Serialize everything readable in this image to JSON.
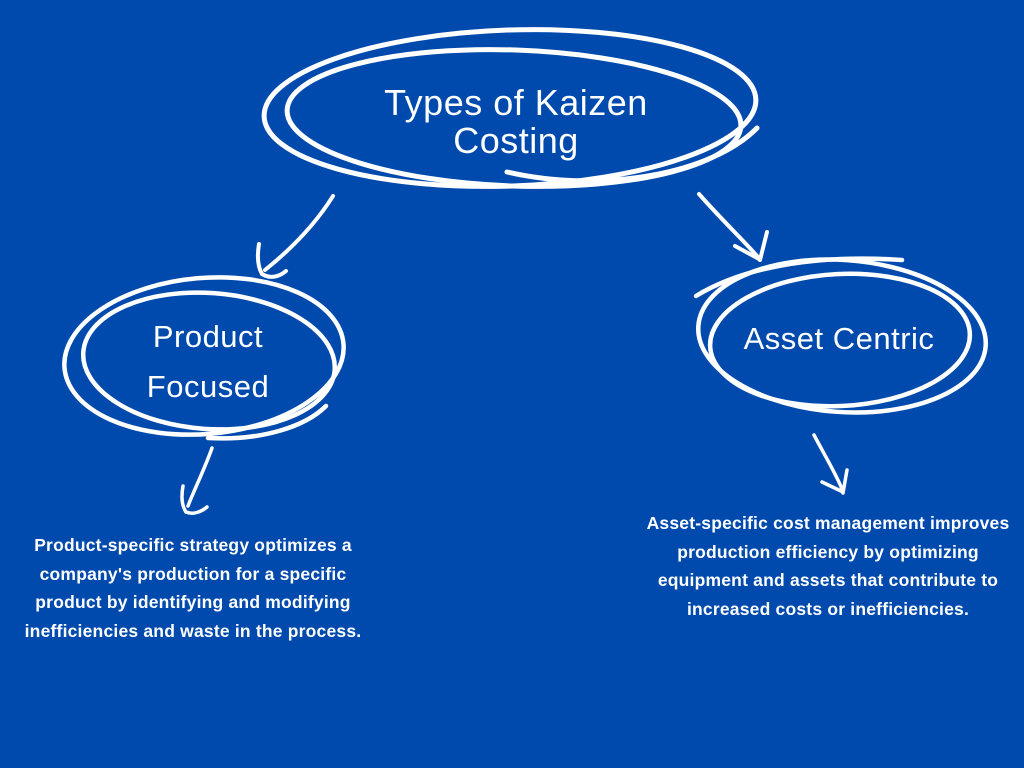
{
  "page": {
    "background_color": "#004AAD",
    "ink_color": "#FFFFFF"
  },
  "title": {
    "full_text": "Types of Kaizen Costing",
    "line1": "Types of Kaizen",
    "line2": "Costing"
  },
  "nodes": {
    "product_focused": {
      "label_line1": "Product",
      "label_line2": "Focused",
      "description": "Product-specific strategy optimizes a company's production for a specific product by identifying and modifying inefficiencies and waste in the process."
    },
    "asset_centric": {
      "label": "Asset Centric",
      "description": "Asset-specific cost management improves production efficiency by optimizing equipment and assets that contribute to increased costs or inefficiencies."
    }
  },
  "icons": {
    "arrow_title_to_product": "curved-arrow-down-left",
    "arrow_title_to_asset": "curved-arrow-down-right",
    "arrow_product_to_description": "curved-arrow-down",
    "arrow_asset_to_description": "curved-arrow-down"
  }
}
